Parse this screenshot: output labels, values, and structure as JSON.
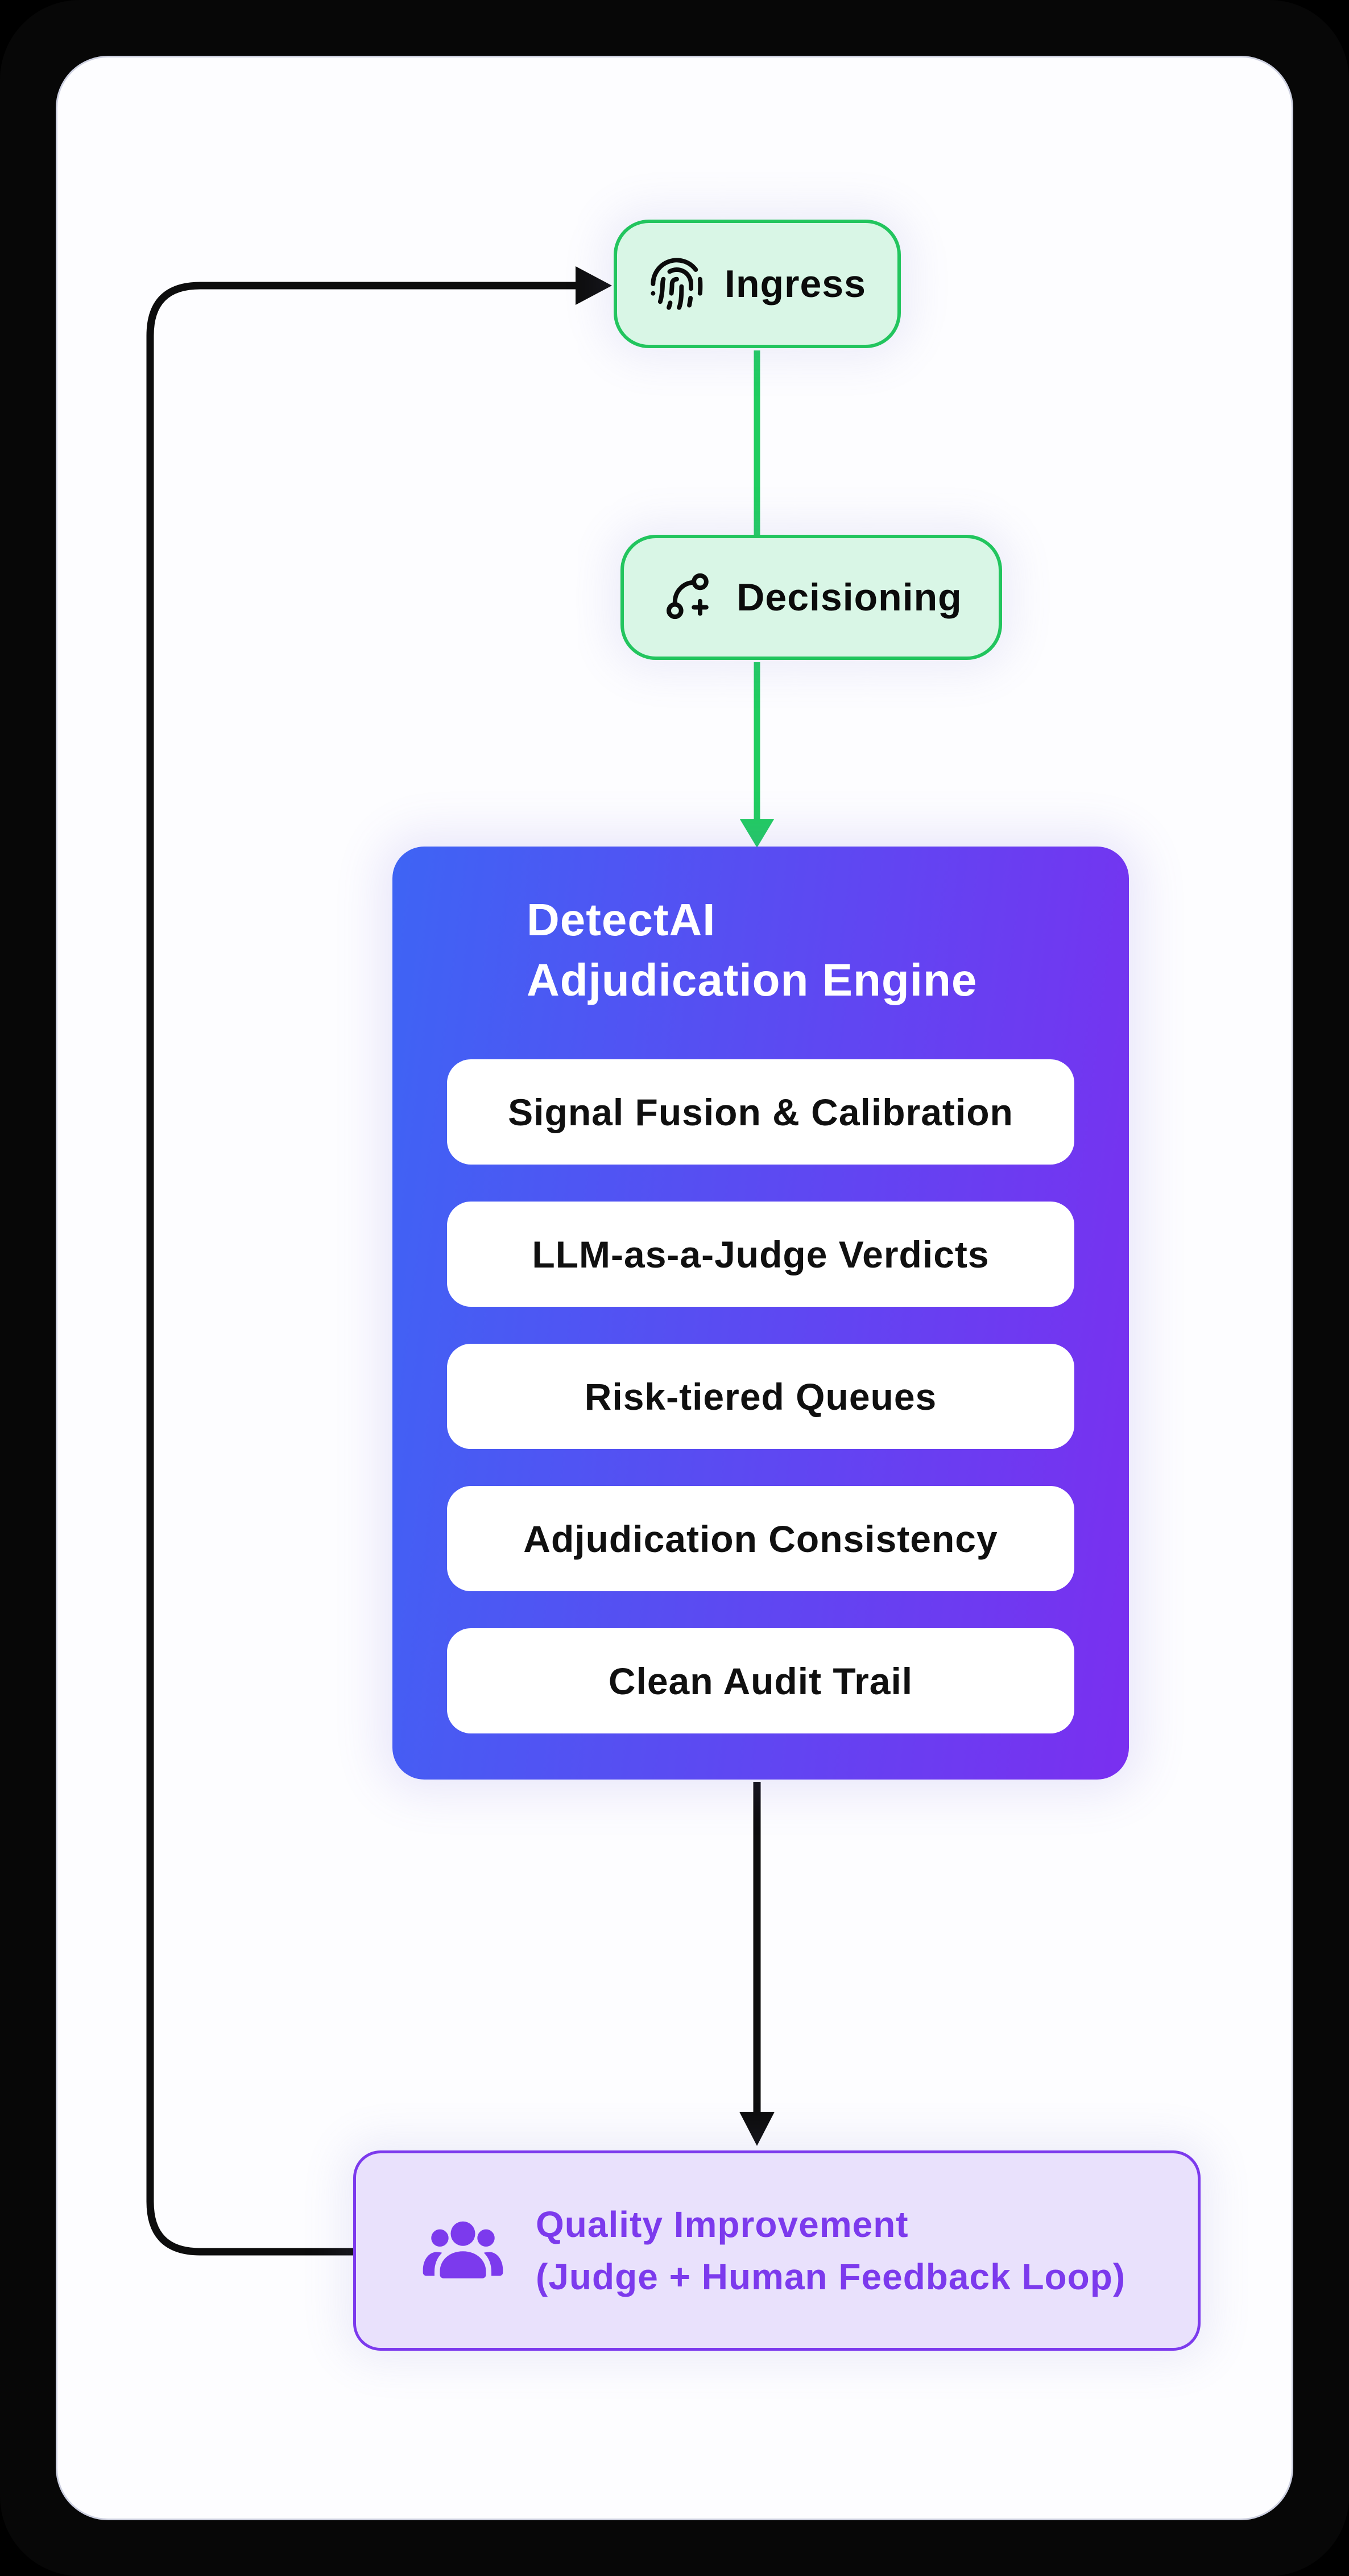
{
  "colors": {
    "green_border": "#22c55e",
    "green_fill": "#d9f6e6",
    "connector_green": "#20cd60",
    "connector_black": "#0d0d0d",
    "engine_gradient_start": "#3e64f4",
    "engine_gradient_end": "#7a2ff0",
    "purple_border": "#7c3aed",
    "purple_fill": "#e9e1fc",
    "purple_text": "#7c3aed"
  },
  "nodes": {
    "ingress": {
      "label": "Ingress",
      "icon": "fingerprint-icon"
    },
    "decisioning": {
      "label": "Decisioning",
      "icon": "git-branch-plus-icon"
    },
    "engine": {
      "title_line1": "DetectAI",
      "title_line2": "Adjudication Engine",
      "items": [
        "Signal Fusion & Calibration",
        "LLM-as-a-Judge Verdicts",
        "Risk-tiered Queues",
        "Adjudication Consistency",
        "Clean Audit Trail"
      ]
    },
    "quality": {
      "line1": "Quality Improvement",
      "line2": "(Judge + Human Feedback Loop)",
      "icon": "users-icon"
    }
  }
}
